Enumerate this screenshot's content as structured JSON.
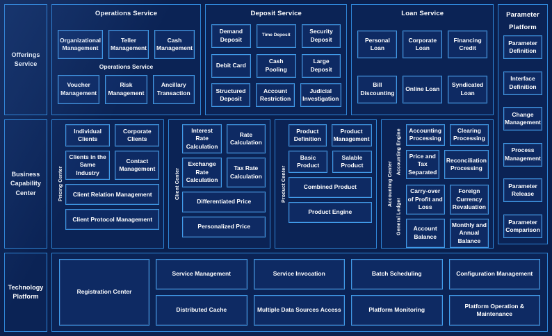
{
  "rows": {
    "offerings": {
      "pillar_label": "Offerings Service",
      "stray_label": "Operations Service",
      "groups": [
        {
          "title": "Operations Service",
          "cells": [
            "Organizational Management",
            "Teller Management",
            "Cash Management",
            "Voucher Management",
            "Risk Management",
            "Ancillary Transaction"
          ]
        },
        {
          "title": "Deposit Service",
          "cells": [
            "Demand Deposit",
            "Time Deposit",
            "Security Deposit",
            "Debit Card",
            "Cash Pooling",
            "Large Deposit",
            "Structured Deposit",
            "Account Restriction",
            "Judicial Investigation"
          ]
        },
        {
          "title": "Loan Service",
          "cells": [
            "Personal Loan",
            "Corporate Loan",
            "Financing Credit",
            "Bill Discounting",
            "Online Loan",
            "Syndicated Loan"
          ]
        }
      ]
    },
    "business_capability": {
      "pillar_label": "Business Capability Center",
      "columns": [
        {
          "vlabel": "Pricing Center",
          "pairs": [
            [
              "Individual Clients",
              "Corporate Clients"
            ],
            [
              "Clients in the Same Industry",
              "Contact Management"
            ]
          ],
          "wide": [
            "Client Relation Management",
            "Client Protocol Management"
          ]
        },
        {
          "vlabel": "Client Center",
          "pairs": [
            [
              "Interest Rate Calculation",
              "Rate Calculation"
            ],
            [
              "Exchange Rate Calculation",
              "Tax Rate Calculation"
            ]
          ],
          "wide": [
            "Differentiated Price",
            "Personalized Price"
          ]
        },
        {
          "vlabel": "Product Center",
          "pairs": [
            [
              "Product Definition",
              "Product Management"
            ],
            [
              "Basic Product",
              "Salable Product"
            ]
          ],
          "wide": [
            "Combined Product",
            "Product Engine"
          ]
        }
      ],
      "accounting": {
        "outer_label": "Accounting Center",
        "subgroups": [
          {
            "vlabel": "Accounting Engine",
            "pairs": [
              [
                "Accounting Processing",
                "Clearing Processing"
              ],
              [
                "Price and Tax Separated",
                "Reconciliation Processing"
              ]
            ]
          },
          {
            "vlabel": "General Ledger",
            "pairs": [
              [
                "Carry-over of Profit and Loss",
                "Foreign Currency Revaluation"
              ],
              [
                "Account Balance",
                "Monthly and Annual Balance"
              ]
            ]
          }
        ]
      }
    },
    "technology": {
      "pillar_label": "Technology Platform",
      "registration": "Registration Center",
      "columns": [
        [
          "Service Management",
          "Distributed Cache"
        ],
        [
          "Service Invocation",
          "Multiple Data Sources Access"
        ],
        [
          "Batch Scheduling",
          "Platform Monitoring"
        ],
        [
          "Configuration Management",
          "Platform Operation & Maintenance"
        ]
      ]
    }
  },
  "sidebar": {
    "title_line1": "Parameter",
    "title_line2": "Platform",
    "items": [
      "Parameter Definition",
      "Interface Definition",
      "Change Management",
      "Process Management",
      "Parameter Release",
      "Parameter Comparison"
    ]
  },
  "colors": {
    "canvas": "#0a1f4d",
    "panel_fill": "#0b2355",
    "cell_fill": "#0e2a63",
    "panel_border": "#2f86d8",
    "cell_border": "#3f9ae8",
    "text": "#ffffff"
  }
}
